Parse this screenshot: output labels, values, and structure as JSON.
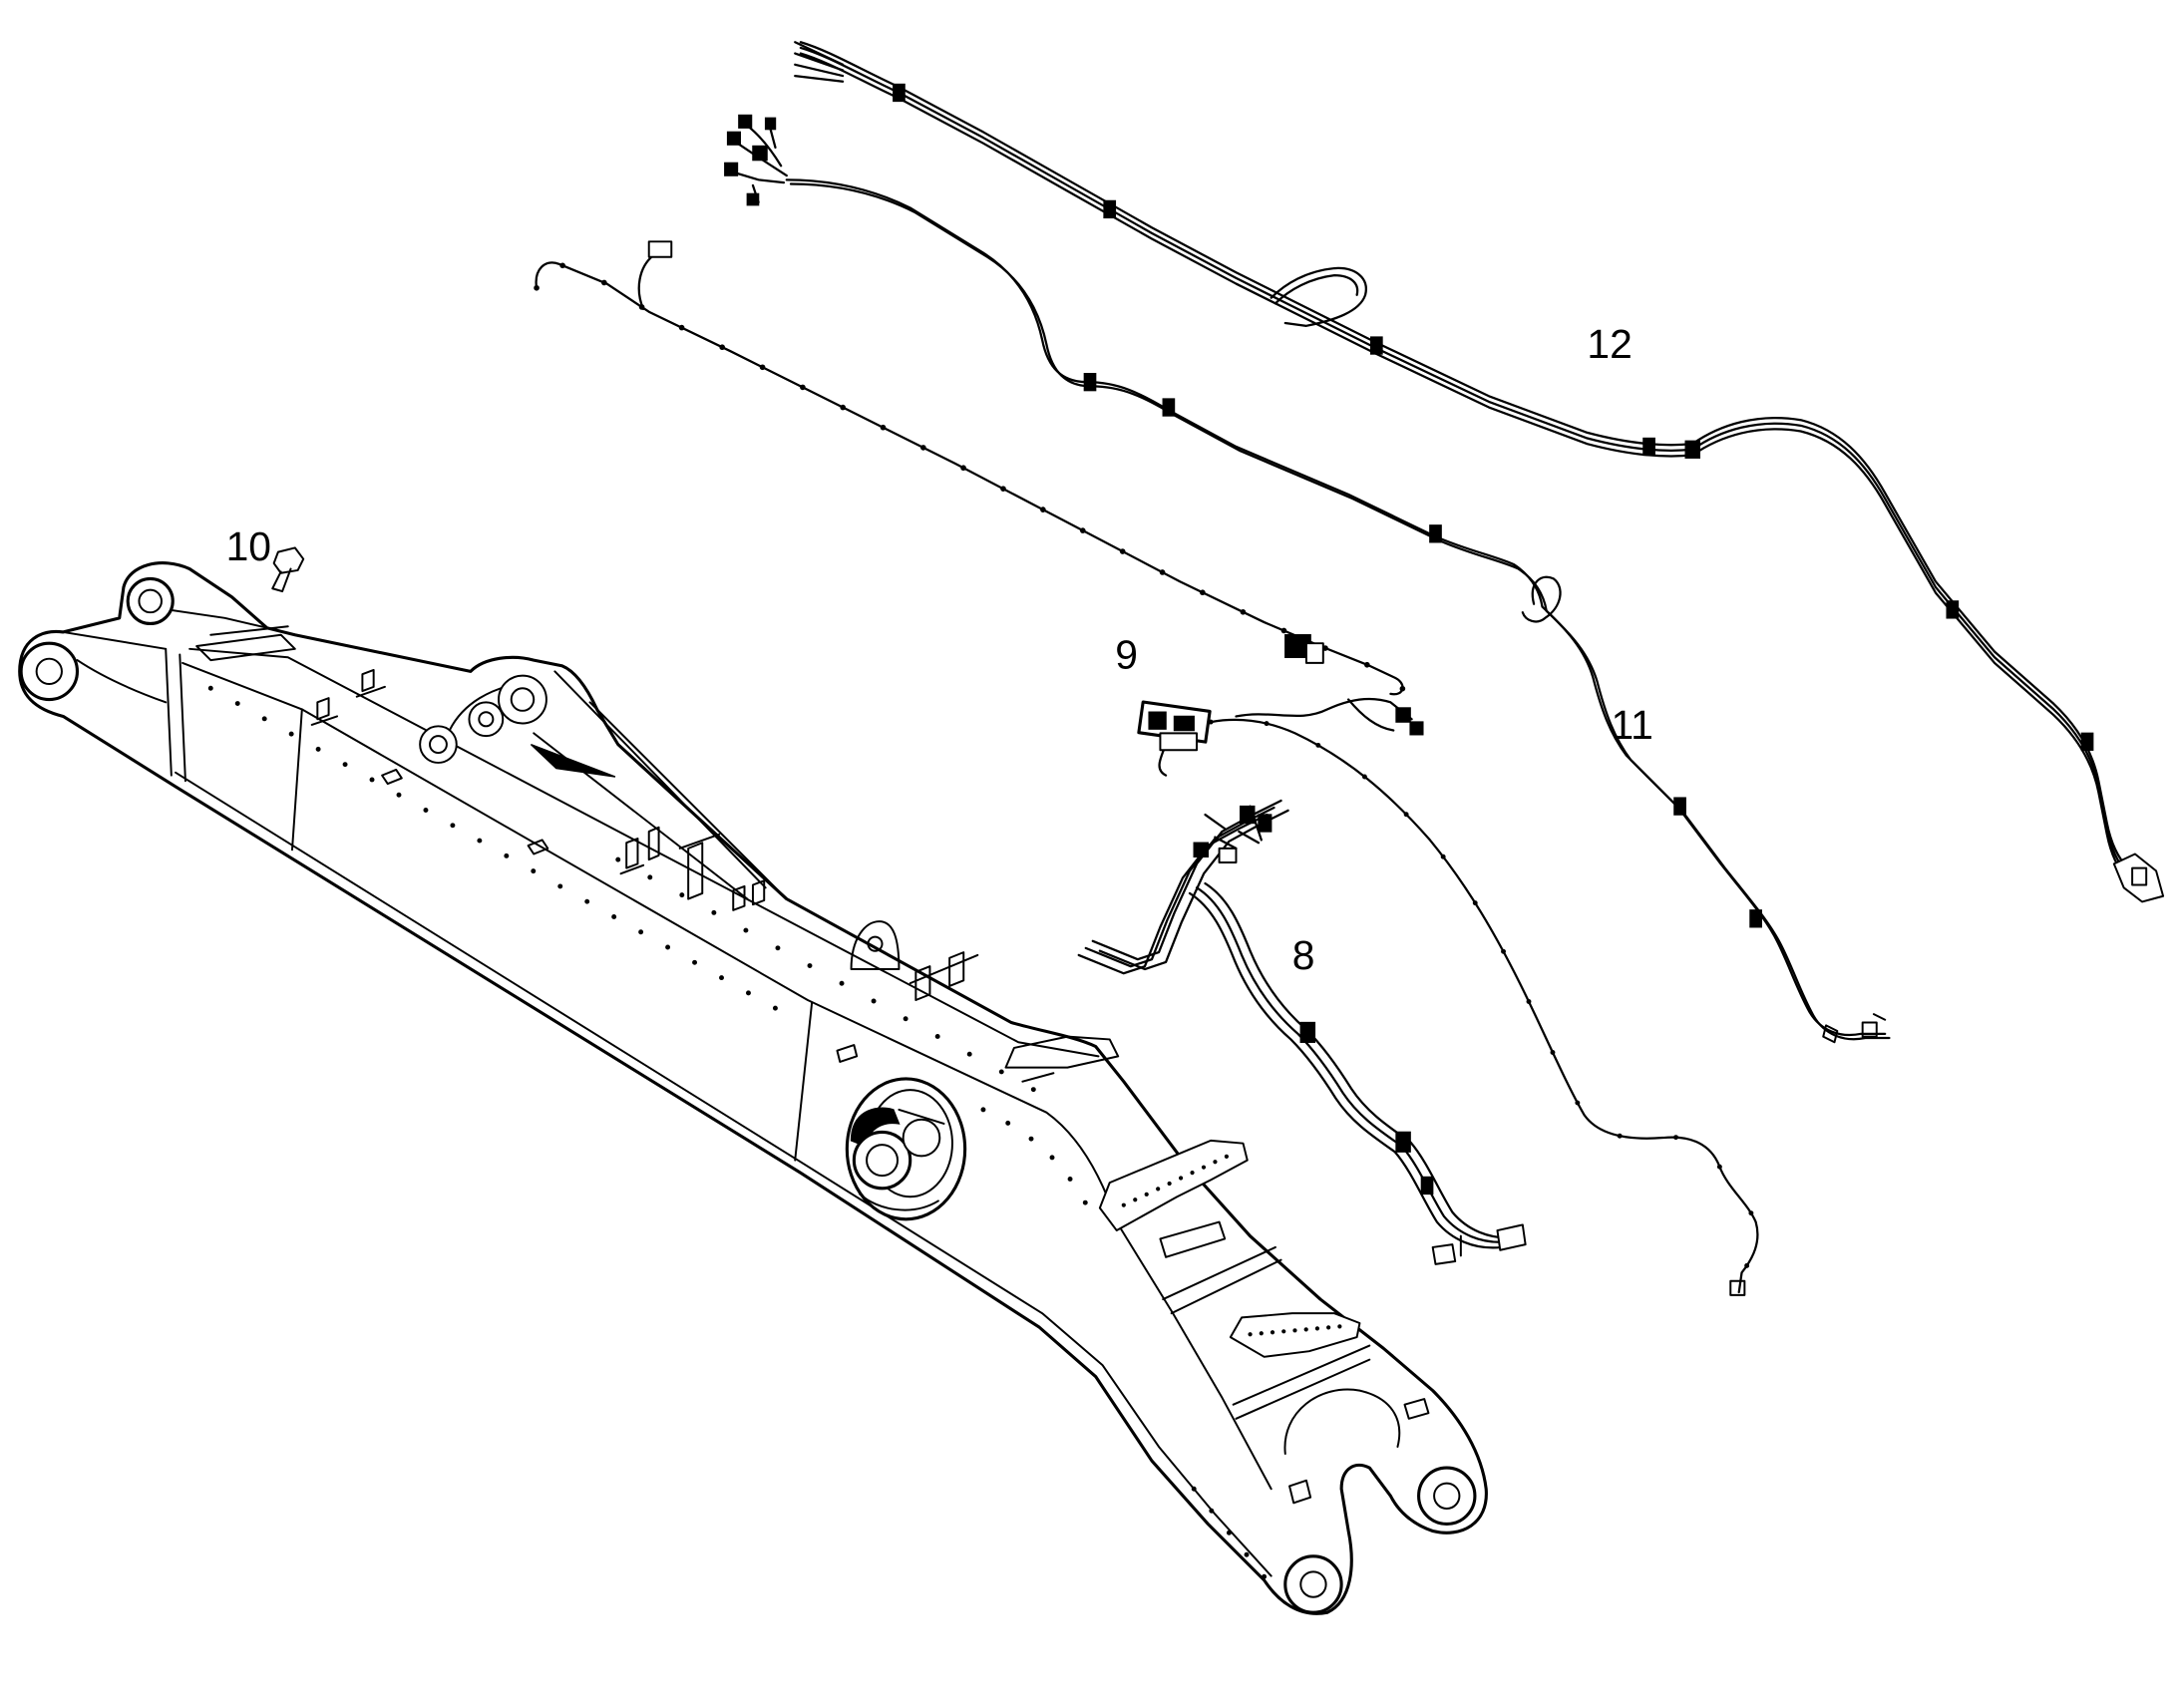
{
  "callouts": [
    {
      "label": "12"
    },
    {
      "label": "10"
    },
    {
      "label": "9"
    },
    {
      "label": "11"
    },
    {
      "label": "8"
    }
  ],
  "colors": {
    "ink": "#000000",
    "paper": "#ffffff"
  }
}
